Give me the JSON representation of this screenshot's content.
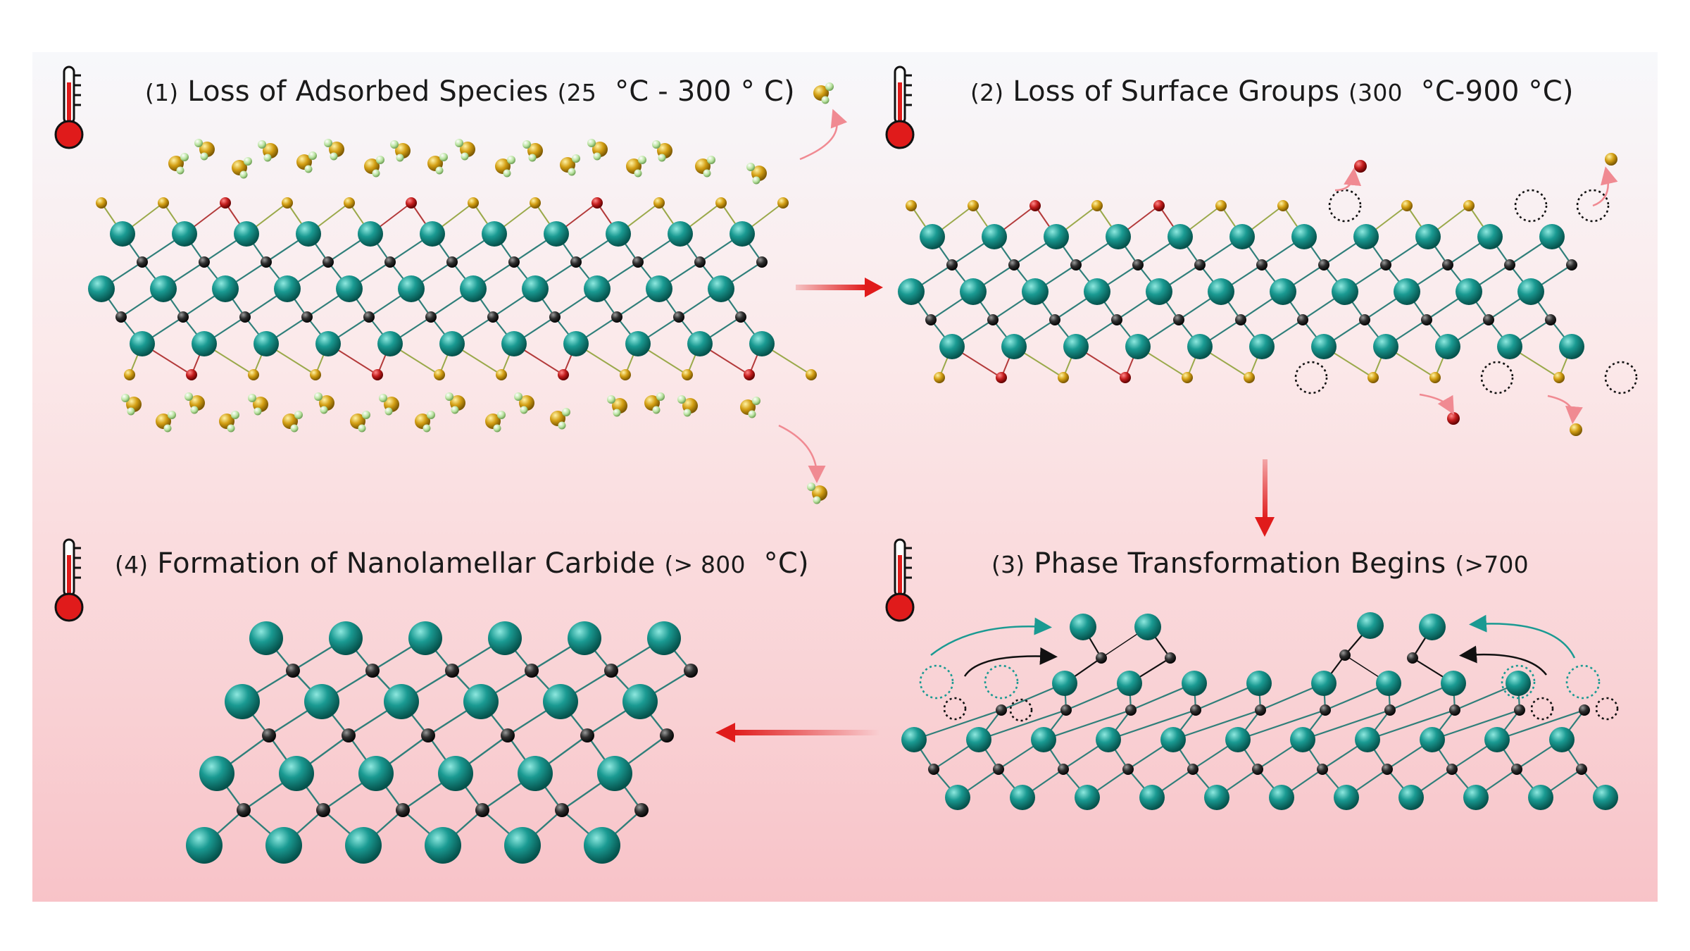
{
  "steps": [
    {
      "num": "(1)",
      "name": "Loss of Adsorbed Species",
      "range_a": "(25",
      "range_b": "°C - 300 ° C)"
    },
    {
      "num": "(2)",
      "name": "Loss of Surface Groups",
      "range_a": "(300",
      "range_b": "°C-900 °C)"
    },
    {
      "num": "(3)",
      "name": "Phase Transformation Begins",
      "range_a": "(>700",
      "range_b": ""
    },
    {
      "num": "(4)",
      "name": "Formation of Nanolamellar Carbide",
      "range_a": "(> 800",
      "range_b": "°C)"
    }
  ],
  "colors": {
    "metal": "#1a9a92",
    "carbon": "#2e2e2e",
    "oxygen": "#c41e1e",
    "fluorine": "#d4a015",
    "hydrogen": "#b9e3a0",
    "arrow": "#e01b1b",
    "thermometer": "#e01b1b"
  },
  "icons": [
    "thermometer-icon",
    "right-arrow-icon",
    "down-arrow-icon",
    "left-arrow-icon"
  ]
}
